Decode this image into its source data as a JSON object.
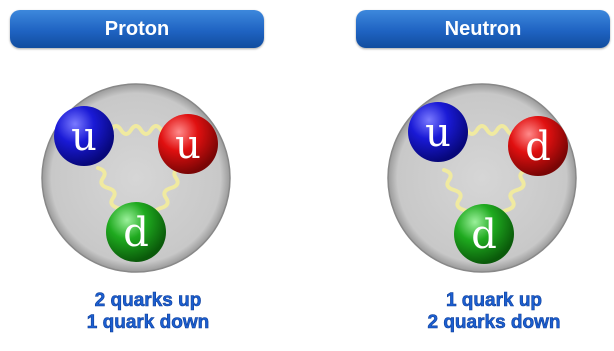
{
  "proton": {
    "title": "Proton",
    "quarks": [
      "u",
      "u",
      "d"
    ],
    "caption_line1": "2 quarks up",
    "caption_line2": "1 quark down"
  },
  "neutron": {
    "title": "Neutron",
    "quarks": [
      "u",
      "d",
      "d"
    ],
    "caption_line1": "1 quark up",
    "caption_line2": "2 quarks down"
  },
  "colors": {
    "header": "#1f63c2",
    "nucleon": "#cfcfcf",
    "quark_blue": "#1a1ad6",
    "quark_red": "#e01010",
    "quark_green": "#1faa1f",
    "gluon": "#f0eaa0",
    "caption": "#1c5fd0"
  }
}
